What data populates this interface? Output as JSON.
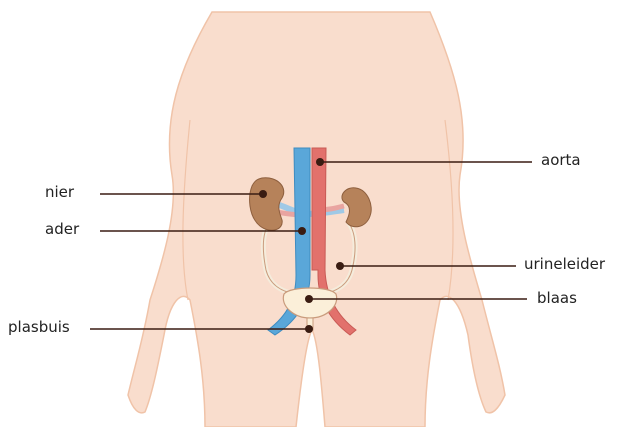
{
  "labels": {
    "nier": "nier",
    "ader": "ader",
    "plasbuis": "plasbuis",
    "aorta": "aorta",
    "urineleider": "urineleider",
    "blaas": "blaas"
  },
  "colors": {
    "skin": "#f9ddcd",
    "skin_outline": "#f0c3a8",
    "kidney": "#b6825a",
    "vein": "#5aa7d9",
    "artery": "#e2716c",
    "bladder": "#fbefd9",
    "leader_line": "#3a1c12"
  }
}
